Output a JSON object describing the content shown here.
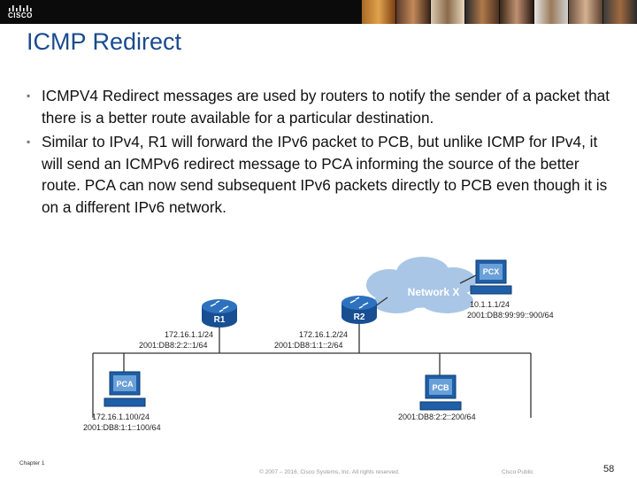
{
  "header": {
    "logo_text": "CISCO"
  },
  "title": "ICMP Redirect",
  "bullets": [
    "ICMPV4 Redirect messages are used by routers to notify the sender of a packet that there is a better route available for a particular destination.",
    "Similar to IPv4, R1 will forward the IPv6 packet to PCB, but unlike ICMP for IPv4, it will send an ICMPv6 redirect message to PCA informing the source of the better route. PCA can now send subsequent IPv6 packets directly to PCB even though it is on a different IPv6 network."
  ],
  "diagram": {
    "cloud_label": "Network X",
    "r1": {
      "name": "R1",
      "ipv4": "172.16.1.1/24",
      "ipv6": "2001:DB8:2:2::1/64"
    },
    "r2": {
      "name": "R2",
      "ipv4": "172.16.1.2/24",
      "ipv6": "2001:DB8:1:1::2/64"
    },
    "pca": {
      "name": "PCA",
      "ipv4": "172.16.1.100/24",
      "ipv6": "2001:DB8:1:1::100/64"
    },
    "pcb": {
      "name": "PCB",
      "ipv6": "2001:DB8:2:2::200/64"
    },
    "pcx": {
      "name": "PCX",
      "ipv4": "10.1.1.1/24",
      "ipv6": "2001:DB8:99:99::900/64"
    }
  },
  "footer": {
    "chapter": "Chapter 1",
    "copyright": "© 2007 – 2016, Cisco Systems, Inc. All rights reserved.",
    "classification": "Cisco Public",
    "page": "58"
  },
  "colors": {
    "title": "#1a4a8f",
    "router": "#1f5fa8",
    "cloud": "#a9c6e6"
  }
}
